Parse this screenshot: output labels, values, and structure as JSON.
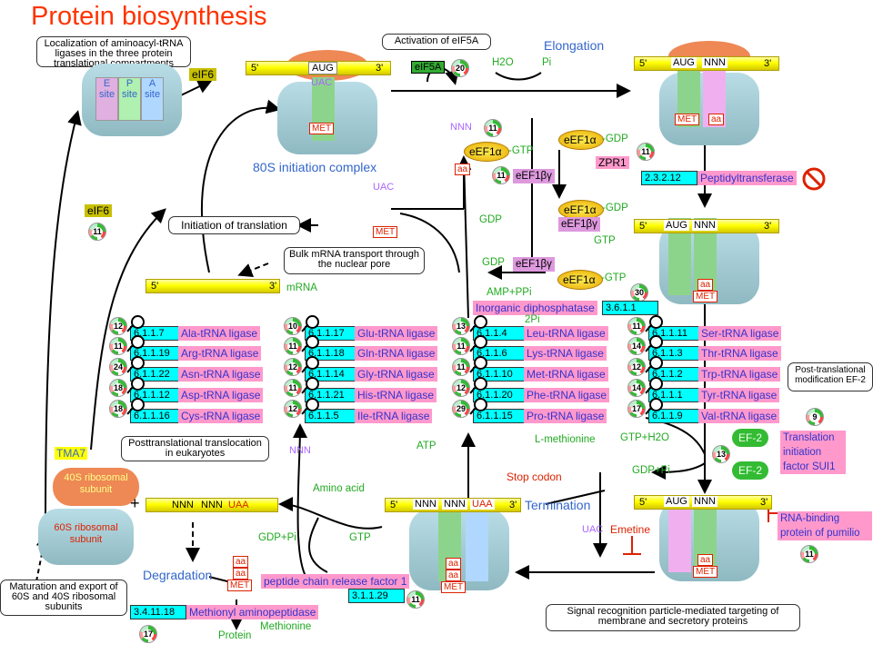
{
  "title": "Protein biosynthesis",
  "colors": {
    "title": "#ff3300",
    "ec_fill": "#00ffff",
    "enzyme_bg": "#ff99cc",
    "molecule": "#22aa22",
    "section": "#3366cc",
    "warning": "#dd2200",
    "mrna": "#ffff00"
  },
  "notes": {
    "localization": "Localization of aminoacyl-tRNA ligases in the three protein translational compartments",
    "activation": "Activation of eIF5A",
    "initiation": "Initiation of translation",
    "bulk": "Bulk mRNA transport through the nuclear pore",
    "posttrans": "Posttranslational translocation in eukaryotes",
    "ptm": "Post-translational modification EF-2",
    "maturation": "Maturation and export of 60S and 40S ribosomal subunits",
    "srp": "Signal recognition particle-mediated targeting of membrane and secretory proteins"
  },
  "labels": {
    "elongation": "Elongation",
    "complex80s": "80S initiation complex",
    "termination": "Termination",
    "degradation": "Degradation",
    "eif6a": "eIF6",
    "eif6b": "eIF6",
    "eif5a": "eIF5A",
    "h2o": "H2O",
    "pi": "Pi",
    "gdp1": "GDP",
    "gdp2": "GDP",
    "gtp1": "GTP",
    "gdp_top": "-GDP",
    "gtp_top": "-GTP",
    "gdp_mid": "-GDP",
    "gtp_bot": "-GTP",
    "eef1a": "eEF1α",
    "eef1b": "eEF1βγ",
    "zpr1": "ZPR1",
    "amp": "AMP+PPi",
    "twopi": "2Pi",
    "atp": "ATP",
    "lmet": "L-methionine",
    "gtph2o": "GTP+H2O",
    "gdppi": "GDP+Pi",
    "ef2a": "EF-2",
    "ef2b": "EF-2",
    "tma7": "TMA7",
    "s40": "40S ribosomal subunit",
    "s60": "60S ribosomal subunit",
    "plus": "+",
    "mrna": "mRNA",
    "five": "5'",
    "three": "3'",
    "aug": "AUG",
    "nnn": "NNN",
    "uaa": "UAA",
    "uac": "UAC",
    "met": "MET",
    "aa": "aa",
    "amino_acid": "Amino acid",
    "stop_codon": "Stop codon",
    "emetine": "Emetine",
    "gdppi2": "GDP+Pi",
    "gtp2": "GTP",
    "protein": "Protein",
    "methionine": "Methionine",
    "site_e": "E site",
    "site_p": "P site",
    "site_a": "A site",
    "peptidyl": "Peptidyltransferase",
    "sui1": "Translation initiation factor SUI1",
    "pumilio": "RNA-binding protein of pumilio",
    "release": "peptide chain release factor 1",
    "metap": "Methionyl aminopeptidase",
    "ppase": "Inorganic diphosphatase"
  },
  "ec": {
    "pep": "2.3.2.12",
    "ppase": "3.6.1.1",
    "release": "3.1.1.29",
    "metap": "3.4.11.18"
  },
  "ligases": [
    {
      "ec": "6.1.1.7",
      "name": "Ala-tRNA ligase",
      "count": "12"
    },
    {
      "ec": "6.1.1.19",
      "name": "Arg-tRNA ligase",
      "count": "11"
    },
    {
      "ec": "6.1.1.22",
      "name": "Asn-tRNA ligase",
      "count": "24"
    },
    {
      "ec": "6.1.1.12",
      "name": "Asp-tRNA ligase",
      "count": "18"
    },
    {
      "ec": "6.1.1.16",
      "name": "Cys-tRNA ligase",
      "count": "18"
    },
    {
      "ec": "6.1.1.17",
      "name": "Glu-tRNA ligase",
      "count": "10"
    },
    {
      "ec": "6.1.1.18",
      "name": "Gln-tRNA ligase",
      "count": "11"
    },
    {
      "ec": "6.1.1.14",
      "name": "Gly-tRNA ligase",
      "count": "12"
    },
    {
      "ec": "6.1.1.21",
      "name": "His-tRNA ligase",
      "count": "11"
    },
    {
      "ec": "6.1.1.5",
      "name": "Ile-tRNA ligase",
      "count": "12"
    },
    {
      "ec": "6.1.1.4",
      "name": "Leu-tRNA ligase",
      "count": "13"
    },
    {
      "ec": "6.1.1.6",
      "name": "Lys-tRNA ligase",
      "count": "11"
    },
    {
      "ec": "6.1.1.10",
      "name": "Met-tRNA ligase",
      "count": "11"
    },
    {
      "ec": "6.1.1.20",
      "name": "Phe-tRNA ligase",
      "count": "12"
    },
    {
      "ec": "6.1.1.15",
      "name": "Pro-tRNA ligase",
      "count": "29"
    },
    {
      "ec": "6.1.1.11",
      "name": "Ser-tRNA ligase",
      "count": "11"
    },
    {
      "ec": "6.1.1.3",
      "name": "Thr-tRNA ligase",
      "count": "14"
    },
    {
      "ec": "6.1.1.2",
      "name": "Trp-tRNA ligase",
      "count": "12"
    },
    {
      "ec": "6.1.1.1",
      "name": "Tyr-tRNA ligase",
      "count": "14"
    },
    {
      "ec": "6.1.1.9",
      "name": "Val-tRNA ligase",
      "count": "17"
    }
  ],
  "counts": {
    "eif5a": "20",
    "eef1a_gtp": "11",
    "eef1b": "11",
    "zpr1": "11",
    "eef1a_gtp2": "30",
    "eif6": "11",
    "pep": "11",
    "ef2": "13",
    "sui1": "9",
    "pumilio": "11",
    "release": "11",
    "metap": "17"
  }
}
